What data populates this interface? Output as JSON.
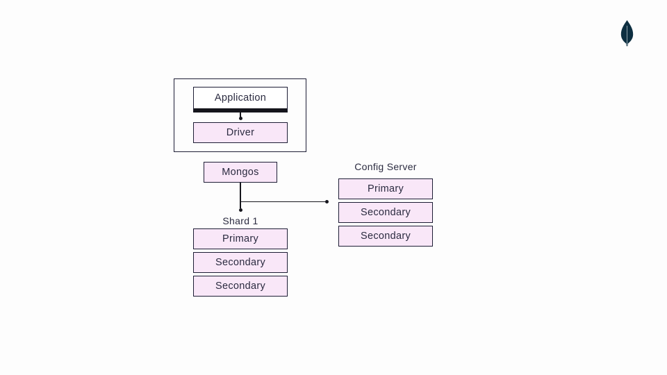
{
  "canvas": {
    "background": "#fdfdfd"
  },
  "colors": {
    "node_fill": "#f9e7f8",
    "node_border": "#1d1d35",
    "node_text": "#2b2b40",
    "line": "#15151c",
    "app_underline": "#15151c",
    "logo_leaf": "#0d2f41",
    "logo_stem": "#9fb3ba"
  },
  "logo": {
    "icon": "mongodb-leaf-icon"
  },
  "client_group": {
    "application_label": "Application",
    "driver_label": "Driver"
  },
  "router": {
    "label": "Mongos"
  },
  "config_server": {
    "title": "Config Server",
    "nodes": [
      "Primary",
      "Secondary",
      "Secondary"
    ]
  },
  "shard": {
    "title": "Shard 1",
    "nodes": [
      "Primary",
      "Secondary",
      "Secondary"
    ]
  }
}
